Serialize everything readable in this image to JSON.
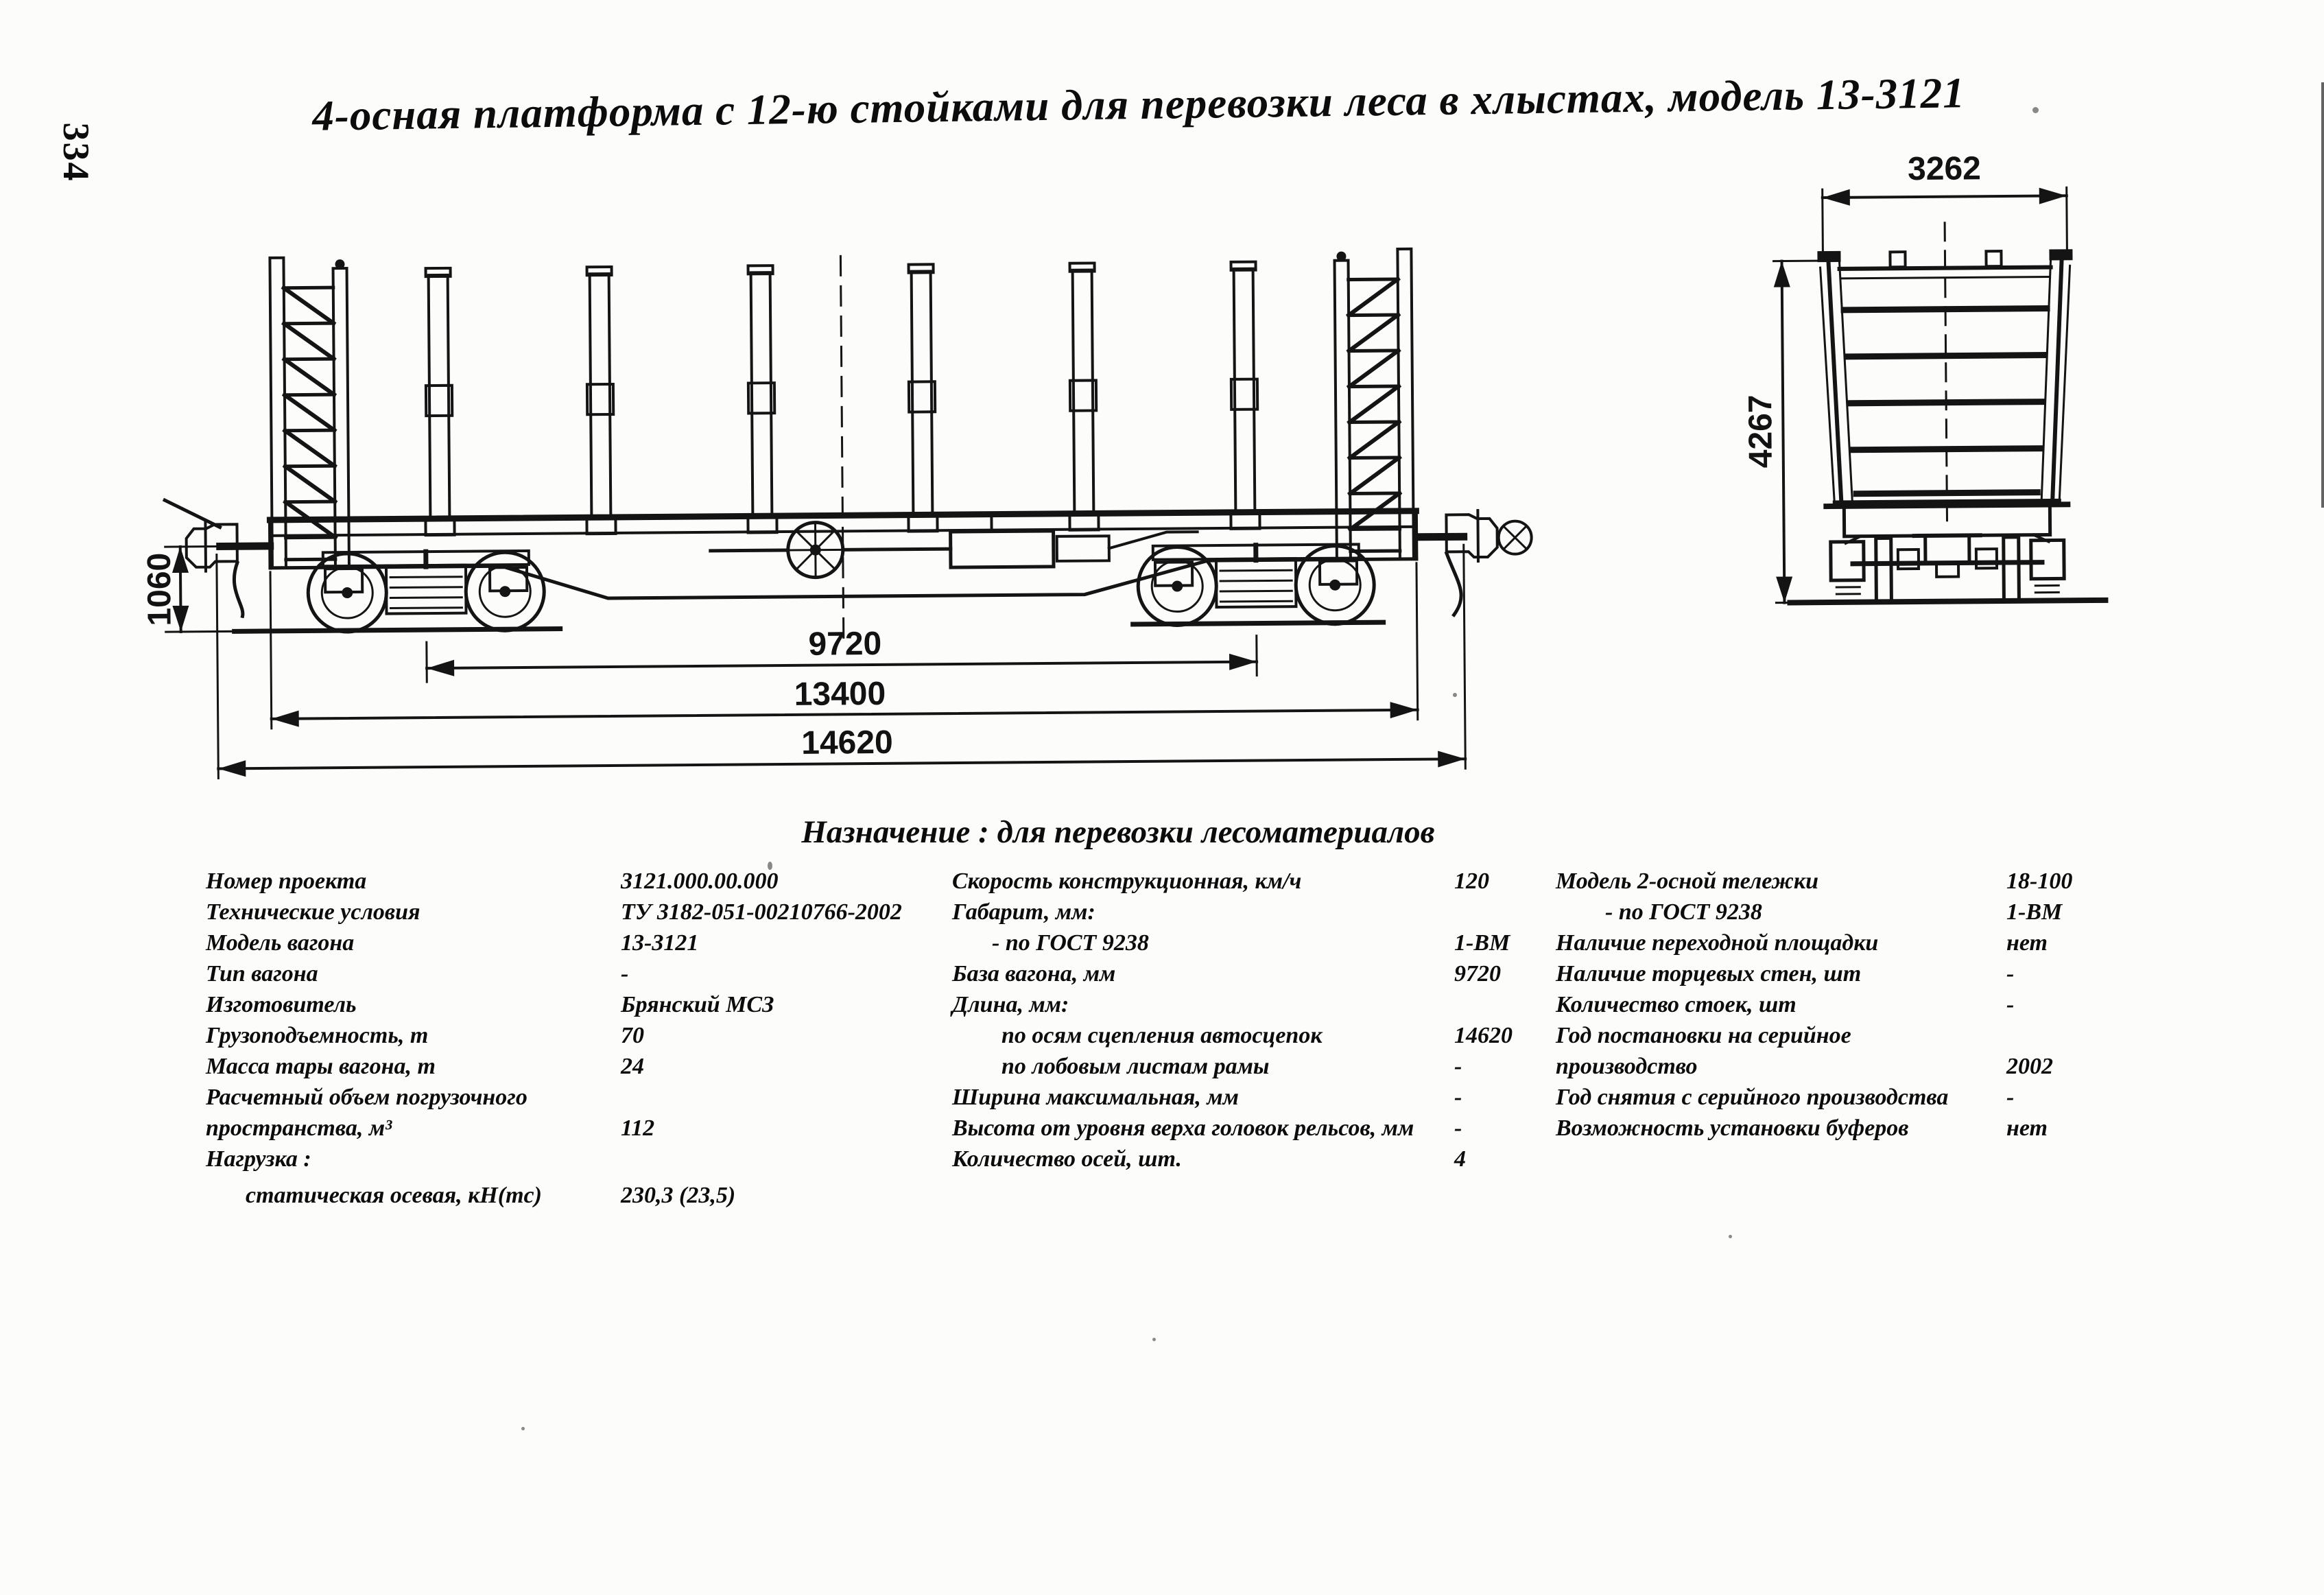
{
  "page_number": "334",
  "title": "4-осная платформа с 12-ю стойками для перевозки леса в хлыстах, модель 13-3121",
  "purpose": "Назначение : для перевозки лесоматериалов",
  "drawing": {
    "side_view_dims": {
      "bogie_base": "9720",
      "frame_length": "13400",
      "coupler_length": "14620",
      "coupler_height": "1060"
    },
    "end_view_dims": {
      "width": "3262",
      "height": "4267"
    }
  },
  "specs": {
    "col1": [
      {
        "label": "Номер проекта",
        "value": "3121.000.00.000"
      },
      {
        "label": "Технические условия",
        "value": "ТУ 3182-051-00210766-2002"
      },
      {
        "label": "Модель вагона",
        "value": "13-3121"
      },
      {
        "label": "Тип вагона",
        "value": "-"
      },
      {
        "label": "Изготовитель",
        "value": "Брянский МСЗ"
      },
      {
        "label": "Грузоподъемность, т",
        "value": "70"
      },
      {
        "label": "Масса тары вагона, т",
        "value": "24"
      },
      {
        "label": "Расчетный объем погрузочного",
        "value": ""
      },
      {
        "label": "пространства, м³",
        "value": "112"
      },
      {
        "label": "Нагрузка :",
        "value": ""
      },
      {
        "label": "статическая осевая, кН(тс)",
        "value": "230,3 (23,5)"
      }
    ],
    "col2": [
      {
        "label": "Скорость конструкционная, км/ч",
        "value": "120"
      },
      {
        "label": "Габарит, мм:",
        "value": ""
      },
      {
        "label": "- по ГОСТ 9238",
        "value": "1-ВМ"
      },
      {
        "label": "База вагона, мм",
        "value": "9720"
      },
      {
        "label": "Длина, мм:",
        "value": ""
      },
      {
        "label": "по осям сцепления автосцепок",
        "value": "14620"
      },
      {
        "label": "по лобовым листам рамы",
        "value": "-"
      },
      {
        "label": "Ширина максимальная, мм",
        "value": "-"
      },
      {
        "label": "Высота от уровня верха головок рельсов, мм",
        "value": "-"
      },
      {
        "label": "Количество осей, шт.",
        "value": "4"
      }
    ],
    "col3": [
      {
        "label": "Модель 2-осной тележки",
        "value": "18-100"
      },
      {
        "label": "- по ГОСТ 9238",
        "value": "1-ВМ"
      },
      {
        "label": "Наличие переходной площадки",
        "value": "нет"
      },
      {
        "label": "Наличие торцевых стен, шт",
        "value": "-"
      },
      {
        "label": "Количество стоек, шт",
        "value": "-"
      },
      {
        "label": "Год постановки на серийное",
        "value": ""
      },
      {
        "label": "производство",
        "value": "2002"
      },
      {
        "label": "Год снятия с серийного производства",
        "value": "-"
      },
      {
        "label": "Возможность установки буферов",
        "value": "нет"
      }
    ]
  }
}
